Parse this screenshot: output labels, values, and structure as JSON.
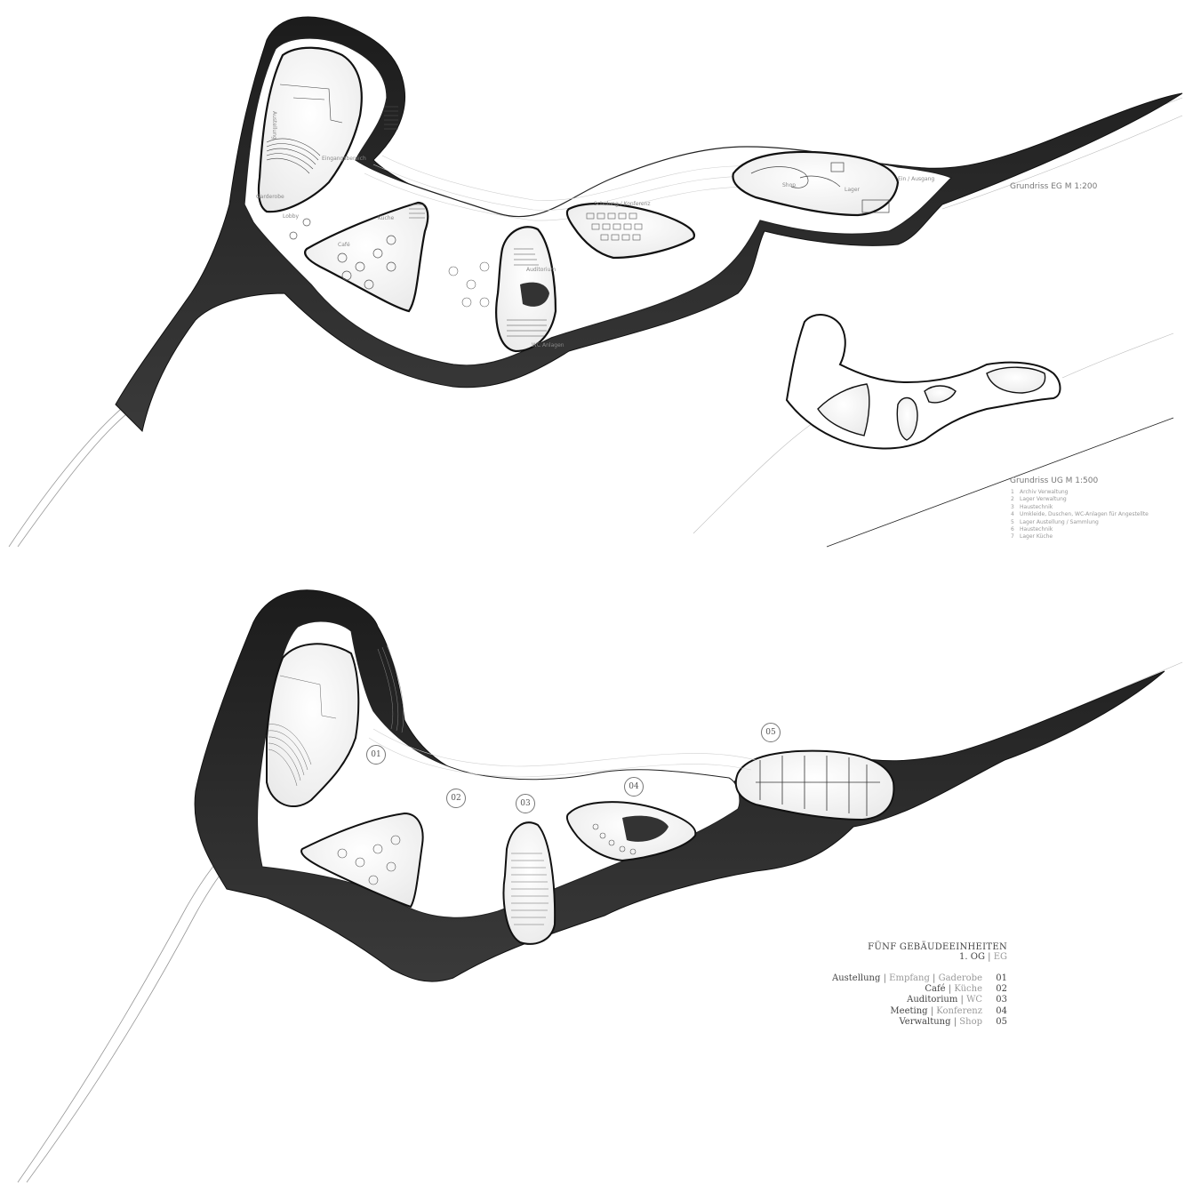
{
  "colors": {
    "mass": "#2e2e2e",
    "mass_soft": "#4a4a4a",
    "line": "#222222",
    "light_line": "#c8c8c8",
    "paper": "#ffffff"
  },
  "eg_plan": {
    "title": "Grundriss EG M 1:200",
    "rooms": {
      "ausstellung": "Austellung",
      "eingang": "Eingangsbereich",
      "lobby": "Lobby",
      "kueche": "Küche",
      "cafe": "Café",
      "auditorium": "Auditorium",
      "schulung": "Schulung / Konferenz",
      "shop": "Shop",
      "lager": "Lager",
      "ein_ausgang": "Ein / Ausgang",
      "wc": "WC Anlagen",
      "garderobe": "Garderobe"
    }
  },
  "ug_plan": {
    "title": "Grundriss UG M 1:500",
    "legend": [
      {
        "num": "1",
        "label": "Archiv Verwaltung"
      },
      {
        "num": "2",
        "label": "Lager Verwaltung"
      },
      {
        "num": "3",
        "label": "Haustechnik"
      },
      {
        "num": "4",
        "label": "Umkleide, Duschen, WC-Anlagen für Angestellte"
      },
      {
        "num": "5",
        "label": "Lager Austellung / Sammlung"
      },
      {
        "num": "6",
        "label": "Haustechnik"
      },
      {
        "num": "7",
        "label": "Lager Küche"
      }
    ]
  },
  "og_plan": {
    "heading": "FÜNF GEBÄUDEEINHEITEN",
    "subheading_a": "1. OG",
    "subheading_b": "EG",
    "units": [
      {
        "a": "Austellung",
        "b": "Empfang",
        "c": "Gaderobe",
        "num": "01"
      },
      {
        "a": "Café",
        "b": "Küche",
        "num": "02"
      },
      {
        "a": "Auditorium",
        "b": "WC",
        "num": "03"
      },
      {
        "a": "Meeting",
        "b": "Konferenz",
        "num": "04"
      },
      {
        "a": "Verwaltung",
        "b": "Shop",
        "num": "05"
      }
    ],
    "markers": [
      "01",
      "02",
      "03",
      "04",
      "05"
    ]
  }
}
